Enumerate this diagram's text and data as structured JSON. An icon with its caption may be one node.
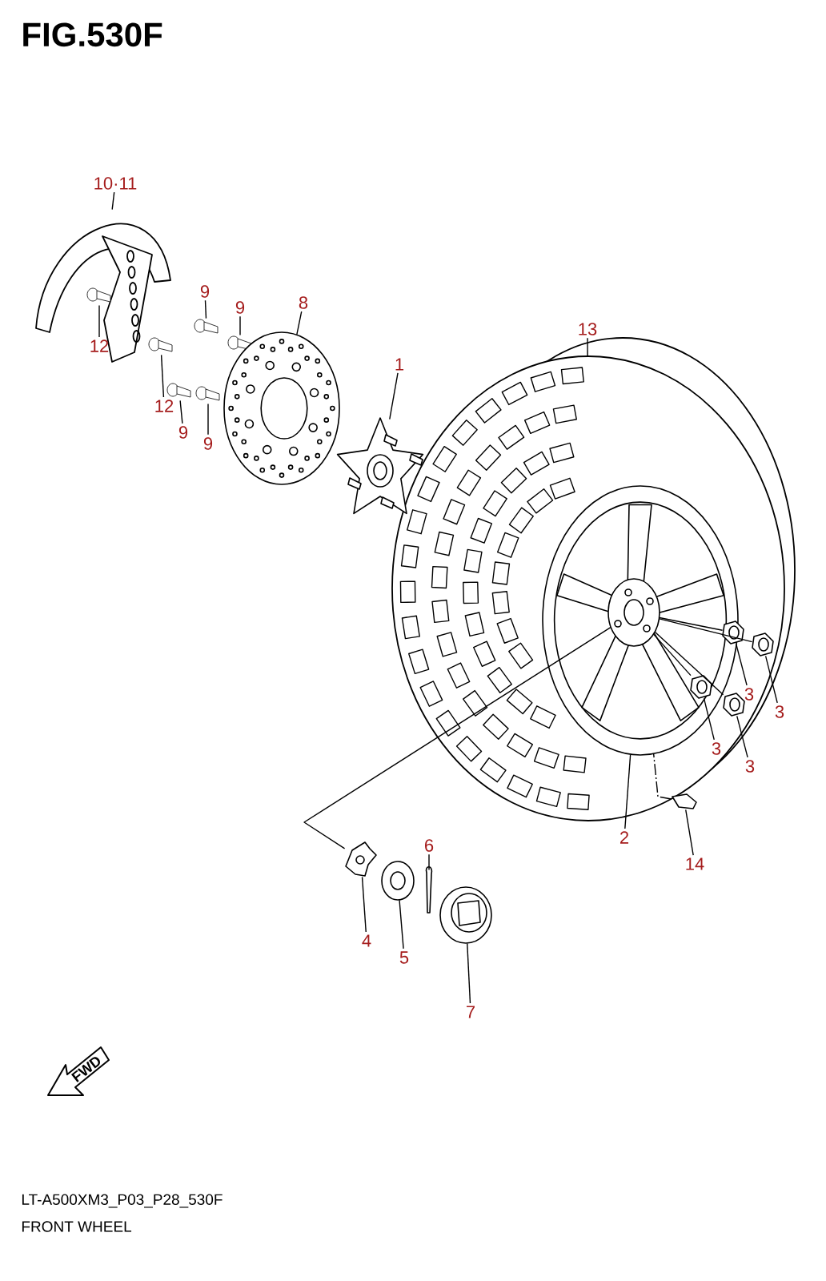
{
  "diagram": {
    "title": "FIG.530F",
    "nodes": [
      {
        "text": [
          "10·11"
        ]
      },
      {
        "text": [
          "9"
        ]
      },
      {
        "text": [
          "9"
        ]
      },
      {
        "text": [
          "8"
        ]
      },
      {
        "text": [
          "12"
        ]
      },
      {
        "text": [
          "1"
        ]
      },
      {
        "text": [
          "13"
        ]
      },
      {
        "text": [
          "12"
        ]
      },
      {
        "text": [
          "9"
        ]
      },
      {
        "text": [
          "9"
        ]
      },
      {
        "text": [
          "3"
        ],
        "in": 29
      },
      {
        "text": [
          "3"
        ]
      },
      {
        "text": [
          "3"
        ],
        "in": 29
      },
      {
        "text": [
          "3"
        ]
      },
      {
        "text": [
          "2"
        ]
      },
      {
        "text": [
          "6"
        ]
      },
      {
        "text": [
          "14"
        ]
      },
      {
        "text": [
          "4"
        ]
      },
      {
        "text": [
          "5"
        ]
      },
      {
        "text": [
          "7"
        ]
      },
      {
        "text": [],
        "shape": "picture"
      },
      {
        "text": [],
        "shape": "picture"
      },
      {
        "text": [],
        "shape": "picture"
      },
      {
        "text": [],
        "shape": "picture"
      },
      {
        "text": [],
        "shape": "picture"
      },
      {
        "text": [],
        "shape": "picture"
      },
      {
        "text": [],
        "shape": "picture"
      },
      {
        "text": [],
        "shape": "picture"
      },
      {
        "text": [],
        "shape": "picture"
      },
      {
        "text": [],
        "shape": "picture"
      },
      {
        "text": [],
        "shape": "picture",
        "in": 29
      },
      {
        "text": [],
        "shape": "picture",
        "in": 29
      },
      {
        "text": [],
        "shape": "picture",
        "in": 29
      },
      {
        "text": [],
        "shape": "picture",
        "in": 30
      },
      {
        "text": [],
        "shape": "picture",
        "in": 29
      },
      {
        "text": [],
        "shape": "picture"
      },
      {
        "text": [],
        "shape": "picture"
      },
      {
        "text": [],
        "shape": "picture"
      },
      {
        "text": [],
        "shape": "picture"
      },
      {
        "text": [],
        "shape": "picture"
      },
      {
        "text": [],
        "shape": "picture",
        "in": 30
      }
    ],
    "edges": [
      {
        "from": 0,
        "to": 20,
        "arrow": "none"
      },
      {
        "from": 1,
        "to": 22,
        "arrow": "none"
      },
      {
        "from": 2,
        "to": 23,
        "arrow": "none"
      },
      {
        "from": 3,
        "to": 24,
        "arrow": "none"
      },
      {
        "from": 4,
        "to": 21,
        "arrow": "none"
      },
      {
        "from": 5,
        "to": 28,
        "arrow": "none"
      },
      {
        "from": 6,
        "to": 29,
        "arrow": "none"
      },
      {
        "from": 7,
        "to": 25,
        "arrow": "none"
      },
      {
        "from": 8,
        "to": 26,
        "arrow": "none"
      },
      {
        "from": 9,
        "to": 27,
        "arrow": "none"
      },
      {
        "from": 10,
        "to": 31,
        "arrow": "none"
      },
      {
        "from": 11,
        "to": 32,
        "arrow": "none"
      },
      {
        "from": 12,
        "to": 33,
        "arrow": "none"
      },
      {
        "from": 13,
        "to": 34,
        "arrow": "none"
      },
      {
        "from": 14,
        "to": 30,
        "arrow": "none"
      },
      {
        "from": 15,
        "to": 38,
        "arrow": "none"
      },
      {
        "from": 16,
        "to": 35,
        "arrow": "none"
      },
      {
        "from": 17,
        "to": 36,
        "arrow": "none"
      },
      {
        "from": 18,
        "to": 37,
        "arrow": "none"
      },
      {
        "from": 19,
        "to": 39,
        "arrow": "none"
      },
      {
        "from": 36,
        "to": 40,
        "arrow": "none"
      },
      {
        "from": 35,
        "to": 30,
        "arrow": "none",
        "style": "dashed"
      },
      {
        "from": 40,
        "to": 31,
        "arrow": "none"
      },
      {
        "from": 40,
        "to": 32,
        "arrow": "none"
      },
      {
        "from": 40,
        "to": 33,
        "arrow": "none"
      },
      {
        "from": 40,
        "to": 34,
        "arrow": "none"
      }
    ],
    "labels": [
      "FWD",
      "LT-A500XM3_P03_P28_530F",
      "FRONT WHEEL"
    ]
  }
}
